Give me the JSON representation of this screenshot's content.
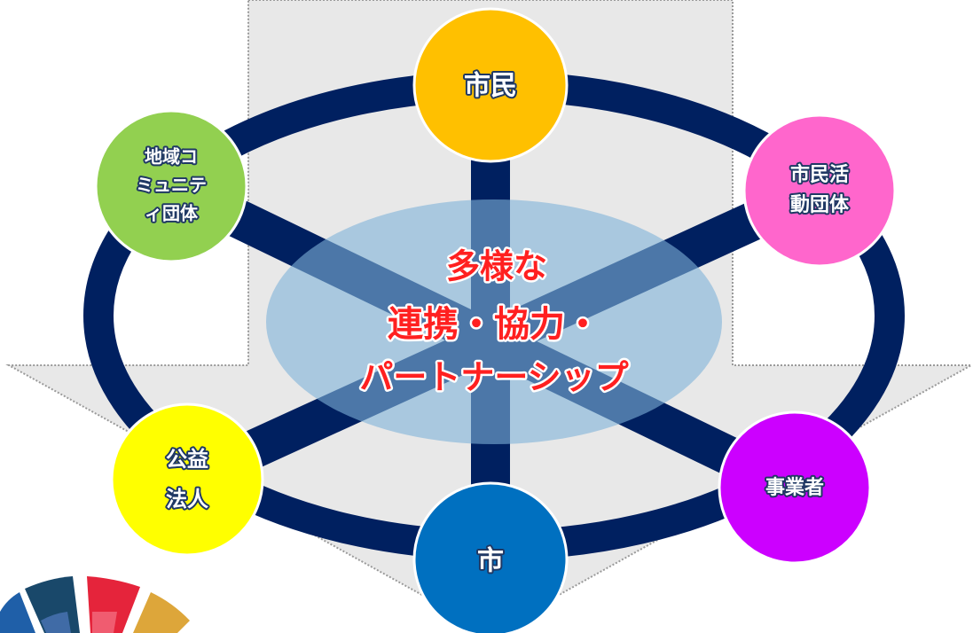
{
  "diagram": {
    "center": {
      "lines": [
        "多様な",
        "連携・協力・",
        "パートナーシップ"
      ],
      "color": "#ff2020"
    },
    "nodes": [
      {
        "id": "shimin",
        "lines": [
          "市民"
        ],
        "color": "#ffc000"
      },
      {
        "id": "shimin-katsudo",
        "lines": [
          "市民活",
          "動団体"
        ],
        "color": "#ff66cc"
      },
      {
        "id": "jigyosha",
        "lines": [
          "事業者"
        ],
        "color": "#cc00ff"
      },
      {
        "id": "shi",
        "lines": [
          "市"
        ],
        "color": "#0070c0"
      },
      {
        "id": "koeki",
        "lines": [
          "公益",
          "法人"
        ],
        "color": "#ffff00"
      },
      {
        "id": "chiiki",
        "lines": [
          "地域コ",
          "ミュニテ",
          "ィ団体"
        ],
        "color": "#92d050"
      }
    ],
    "colors": {
      "ring": "#002060",
      "center_ellipse": "#7fb2d9",
      "background_arrow": "#e8e8e8",
      "label_outline": "#1f3864"
    }
  }
}
